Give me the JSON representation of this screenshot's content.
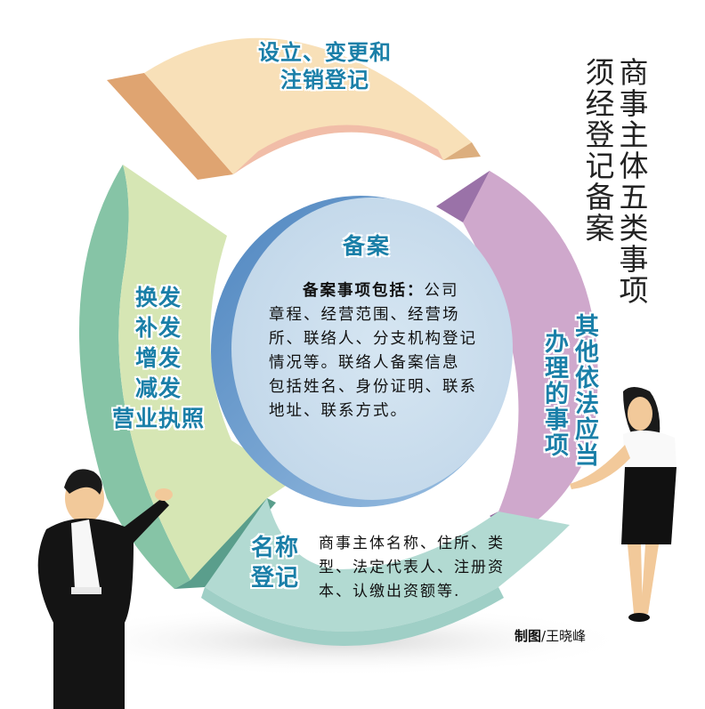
{
  "title": {
    "columns": [
      "商事主体五类事项",
      "须经登记备案"
    ]
  },
  "segments": {
    "top": {
      "lines": [
        "设立、变更和",
        "注销登记"
      ],
      "color": "#f8e0b8",
      "edge_color": "#d8a46e"
    },
    "left": {
      "lines": [
        "换发",
        "补发",
        "增发",
        "减发",
        "营业执照"
      ],
      "color": "#d6e6b4",
      "edge_color": "#86c4a6"
    },
    "right": {
      "columns": [
        "其他依法应当",
        "办理的事项"
      ],
      "color": "#cfa8cc",
      "edge_color": "#9a72a8"
    },
    "bottom": {
      "label_lines": [
        "名称",
        "登记"
      ],
      "body_lines": [
        "商事主体名称、住所、类",
        "型、法定代表人、注册资",
        "本、认缴出资额等."
      ],
      "color": "#b2dad2",
      "edge_color": "#5a9e8c"
    },
    "center": {
      "title": "备案",
      "lead": "备案事项包括：",
      "body_lines": [
        "公司",
        "章程、经营范围、经营场",
        "所、联络人、分支机构登记",
        "情况等。联络人备案信息",
        "包括姓名、身份证明、联系",
        "地址、联系方式。"
      ],
      "color": "#cde0ee",
      "rim_color": "#6a9ccc"
    }
  },
  "credit": {
    "label": "制图",
    "author": "/王晓峰"
  },
  "accent_text_color": "#1a7fa8"
}
